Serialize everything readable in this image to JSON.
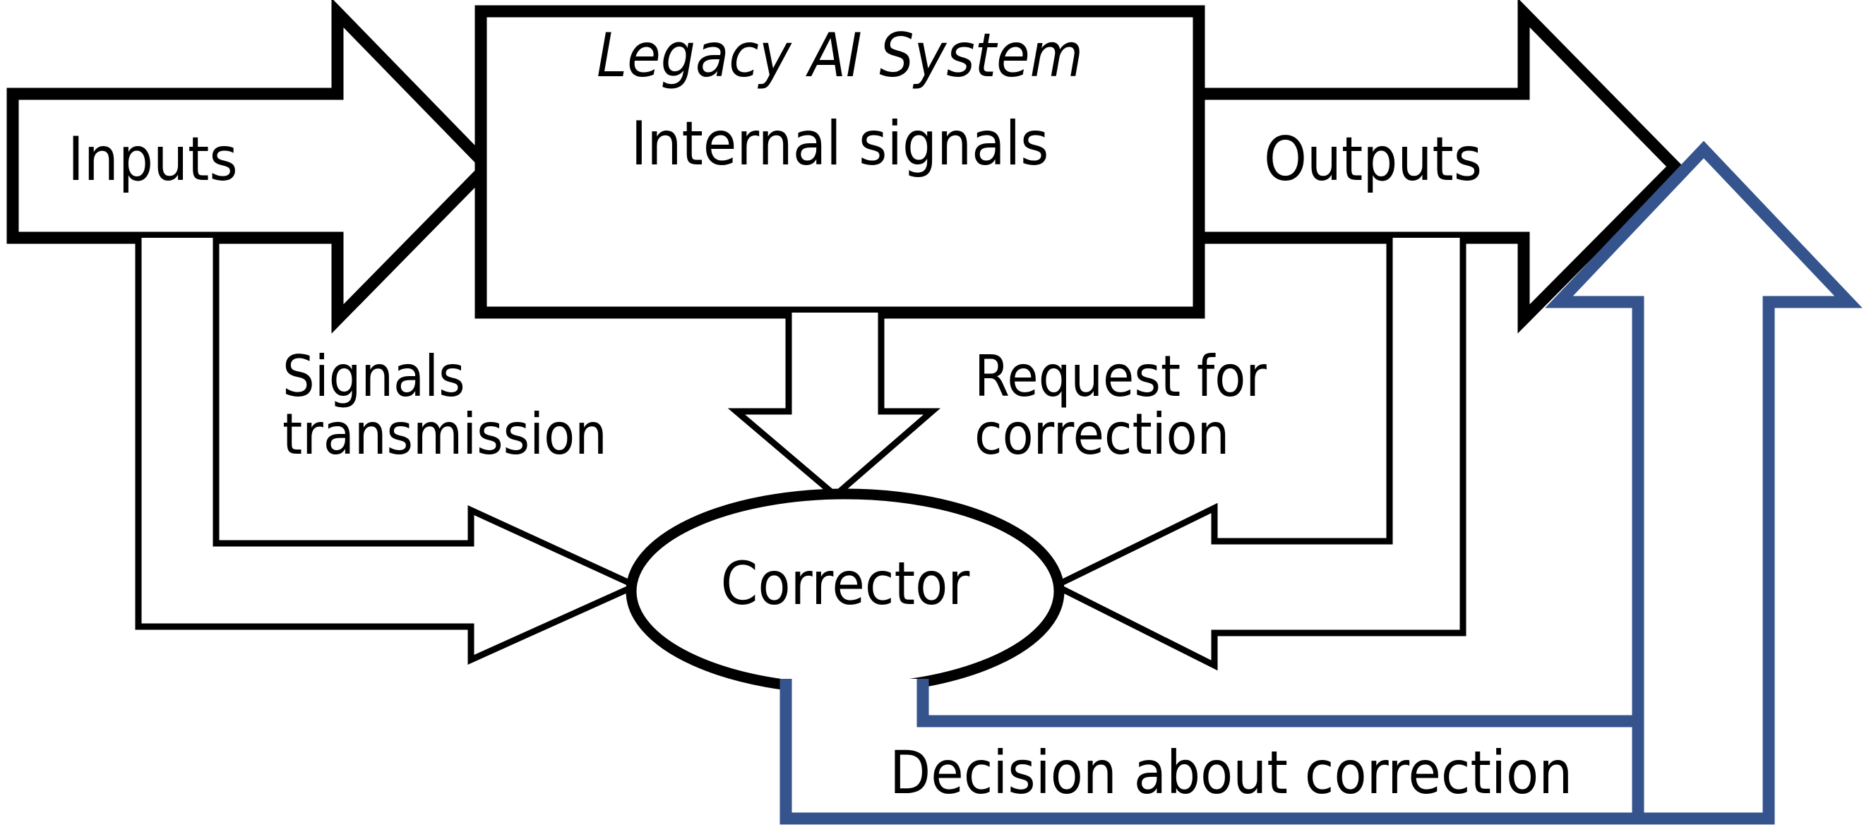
{
  "diagram": {
    "title": "Legacy AI System with Corrector feedback loop",
    "type": "block-flow-diagram",
    "background_color": "#ffffff",
    "stroke_color": "#000000",
    "accent_color": "#35548E"
  },
  "nodes": {
    "inputs_arrow": {
      "label": "Inputs",
      "shape": "block-arrow-right",
      "color": "#000000"
    },
    "legacy_box": {
      "title": "Legacy AI System",
      "title_style": "italic",
      "subtitle": "Internal signals",
      "shape": "rectangle",
      "color": "#000000"
    },
    "outputs_arrow": {
      "label": "Outputs",
      "shape": "block-arrow-right",
      "color": "#000000"
    },
    "corrector": {
      "label": "Corrector",
      "shape": "ellipse",
      "color": "#000000"
    },
    "blue_up_arrow": {
      "label": "",
      "shape": "block-arrow-up",
      "color": "#35548E"
    }
  },
  "edges": [
    {
      "id": "signals-transmission",
      "label_line1": "Signals",
      "label_line2": "transmission",
      "from": "inputs_arrow",
      "to": "corrector",
      "color": "#000000"
    },
    {
      "id": "internal-signals-down",
      "label": "",
      "from": "legacy_box",
      "to": "corrector",
      "color": "#000000"
    },
    {
      "id": "request-for-correction",
      "label_line1": "Request for",
      "label_line2": "correction",
      "from": "outputs_arrow",
      "to": "corrector",
      "color": "#000000"
    },
    {
      "id": "decision-about-correction",
      "label": "Decision about correction",
      "from": "corrector",
      "to": "blue_up_arrow",
      "color": "#35548E"
    }
  ],
  "labels": {
    "inputs": "Inputs",
    "legacy_ai_system": "Legacy AI System",
    "internal_signals": "Internal signals",
    "outputs": "Outputs",
    "signals_line1": "Signals",
    "signals_line2": "transmission",
    "request_line1": "Request for",
    "request_line2": "correction",
    "corrector": "Corrector",
    "decision": "Decision about correction"
  }
}
